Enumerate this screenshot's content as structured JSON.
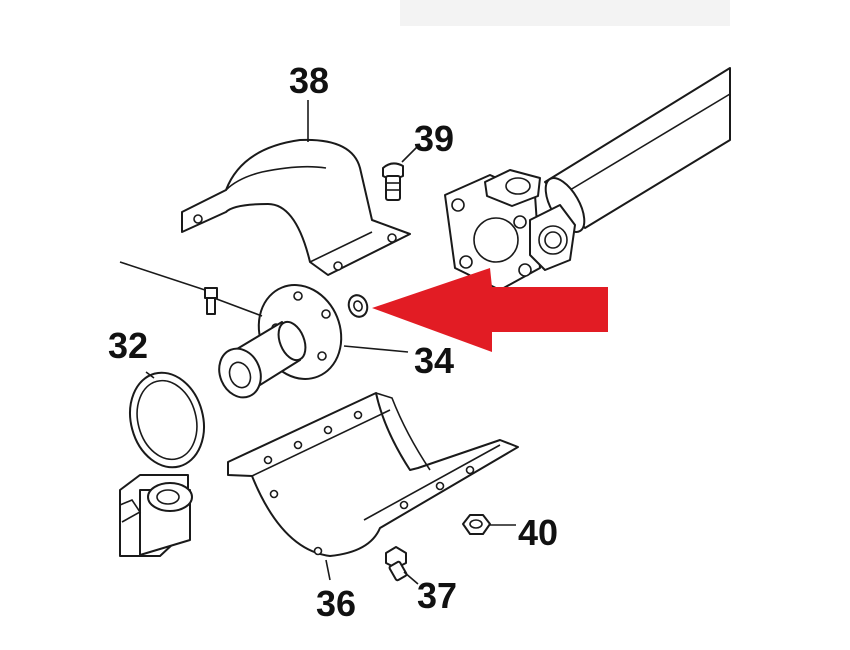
{
  "diagram": {
    "callouts": {
      "c32": "32",
      "c34": "34",
      "c36": "36",
      "c37": "37",
      "c38": "38",
      "c39": "39",
      "c40": "40"
    },
    "highlight_arrow_color": "#e21c24",
    "line_color": "#1a1a1a"
  }
}
